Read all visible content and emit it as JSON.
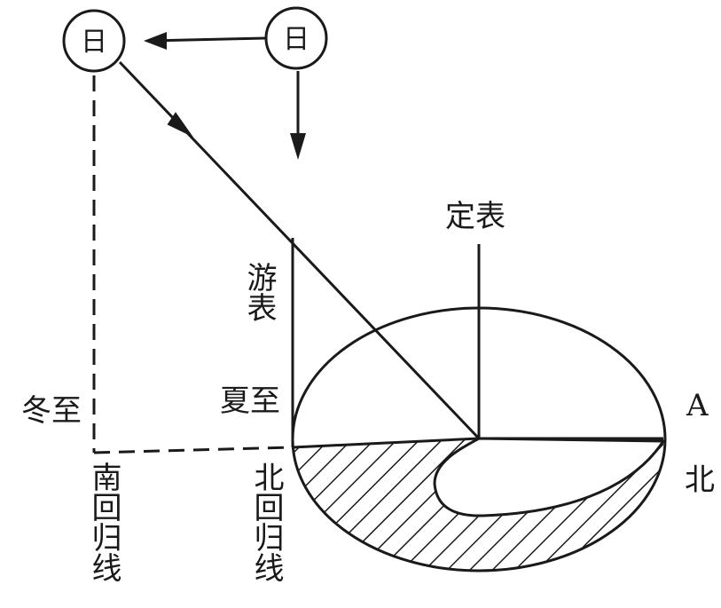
{
  "diagram": {
    "sun_left": "日",
    "sun_right": "日",
    "fixed_gnomon": "定表",
    "moving_gnomon": "游表",
    "summer_solstice": "夏至",
    "winter_solstice": "冬至",
    "point_a": "A",
    "north": "北",
    "tropic_south": "南回归线",
    "tropic_north": "北回归线"
  },
  "colors": {
    "ink": "#1a1a1a",
    "background": "#ffffff"
  }
}
